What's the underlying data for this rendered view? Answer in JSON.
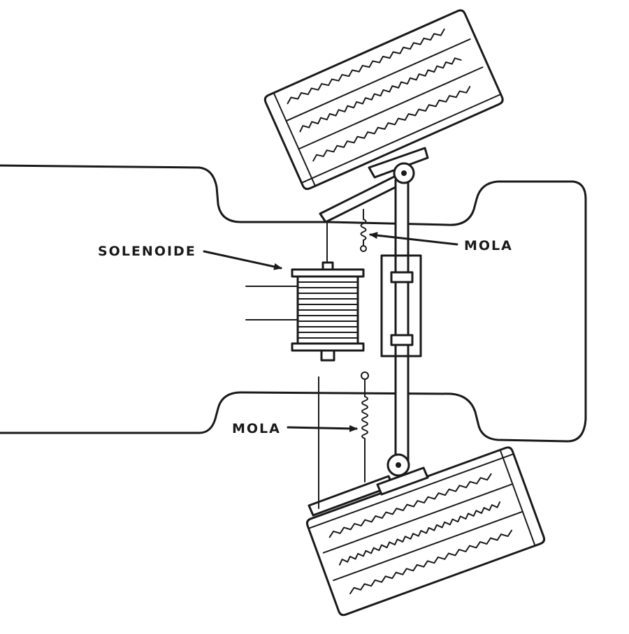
{
  "labels": {
    "solenoid": "SOLENOIDE",
    "spring_top": "MOLA",
    "spring_bottom": "MOLA"
  },
  "colors": {
    "ink": "#1a1a1a",
    "paper": "#ffffff"
  }
}
